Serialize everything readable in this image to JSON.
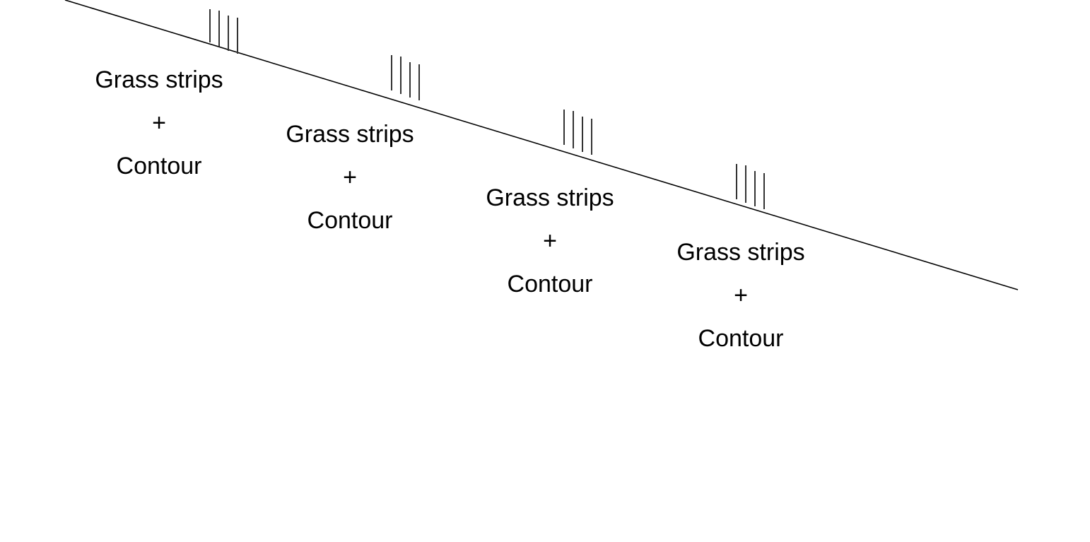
{
  "colors": {
    "background": "#ffffff",
    "ink": "#000000",
    "strip_ink": "#333333"
  },
  "icons": {
    "grass_strip": "grass-strip-icon"
  },
  "practices": [
    {
      "line1": "Grass strips",
      "operator": "+",
      "line2": "Contour"
    },
    {
      "line1": "Grass strips",
      "operator": "+",
      "line2": "Contour"
    },
    {
      "line1": "Grass strips",
      "operator": "+",
      "line2": "Contour"
    },
    {
      "line1": "Grass strips",
      "operator": "+",
      "line2": "Contour"
    }
  ]
}
